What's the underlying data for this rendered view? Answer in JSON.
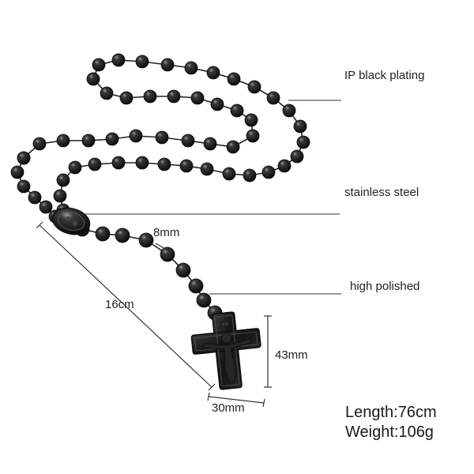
{
  "callouts": {
    "plating": "IP black plating",
    "material": "stainless steel",
    "finish": "high polished"
  },
  "dimensions": {
    "bead": "8mm",
    "drop": "16cm",
    "cross_height": "43mm",
    "cross_width": "30mm"
  },
  "specs": {
    "length": "Length:76cm",
    "weight": "Weight:106g"
  },
  "colors": {
    "bead": "#1c1c1c",
    "bead_highlight": "#8a8a8a",
    "line": "#333333"
  }
}
